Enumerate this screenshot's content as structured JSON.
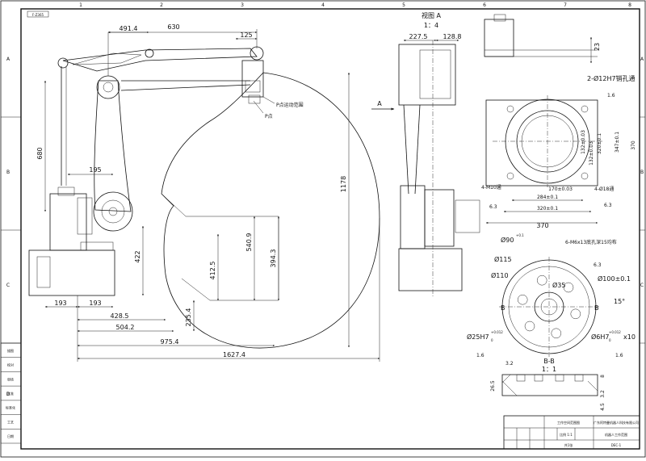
{
  "frame": {
    "top_cols": [
      "1",
      "2",
      "3",
      "4",
      "5",
      "6",
      "7",
      "8"
    ],
    "side_rows": [
      "A",
      "B",
      "C",
      "D"
    ],
    "drawing_code": "F-Z365"
  },
  "side_view": {
    "dims": {
      "d491": "491.4",
      "d630": "630",
      "d125": "125",
      "d680": "680",
      "d195": "195",
      "d1178": "1178",
      "d540": "540.9",
      "d394": "394.3",
      "d422": "422",
      "d412": "412.5",
      "d235": "235.4",
      "d193a": "193",
      "d193b": "193",
      "d428": "428.5",
      "d504": "504.2",
      "d975": "975.4",
      "d1627": "1627.4"
    },
    "p_range_label": "P点运动范围",
    "p_point_label": "P点",
    "view_arrow_label": "A"
  },
  "view_a": {
    "title": "视图 A",
    "scale": "1：4",
    "d227": "227.5",
    "d128": "128.8"
  },
  "flange_top": {
    "d23": "23",
    "pin_holes": "2-Ø12H7销孔通",
    "rough1": "1.6",
    "d132a": "132±0.03",
    "d132b": "132±0.03",
    "d320v": "320±0.1",
    "d347": "347±0.1",
    "d370v": "370",
    "m10": "4-M10通",
    "rough2": "6.3",
    "d170": "170±0.03",
    "phi18": "4-Ø18通",
    "rough3": "6.3",
    "d284": "284±0.1",
    "d320h": "320±0.1",
    "d370h": "370"
  },
  "flange_end": {
    "phi90": "Ø90",
    "phi90_tol": "+0.1",
    "m6": "6-M6x13底孔深15均布",
    "rough1": "6.3",
    "phi115": "Ø115",
    "phi110": "Ø110",
    "phi35": "Ø35",
    "phi100": "Ø100±0.1",
    "section_mark_left": "B",
    "section_mark_right": "B",
    "angle": "15°",
    "phi25": "Ø25H7",
    "phi25_tol": "+0.012",
    "phi25_tol0": "0",
    "phi6": "Ø6H7",
    "phi6_tol": "+0.012",
    "phi6_tol0": "0",
    "phi6_count": "x10",
    "rough2": "1.6",
    "rough3": "1.6"
  },
  "section_bb": {
    "title": "B-B",
    "scale": "1：1",
    "d32": "3.2",
    "d265": "26.5",
    "d8": "8",
    "d32b": "3.2",
    "d45": "4.5"
  },
  "title_block": {
    "drawing_name": "工作空间范围图",
    "company": "广东阿特曼机器人科技有限公司",
    "part_name": "机器人工作范围",
    "code": "DEC-1",
    "scale_label": "比例 1:1",
    "sheet_label": "共1张"
  },
  "revision_table": {
    "rows": [
      "描图",
      "校对",
      "审核",
      "批准",
      "标准化",
      "工艺",
      "日期"
    ]
  }
}
